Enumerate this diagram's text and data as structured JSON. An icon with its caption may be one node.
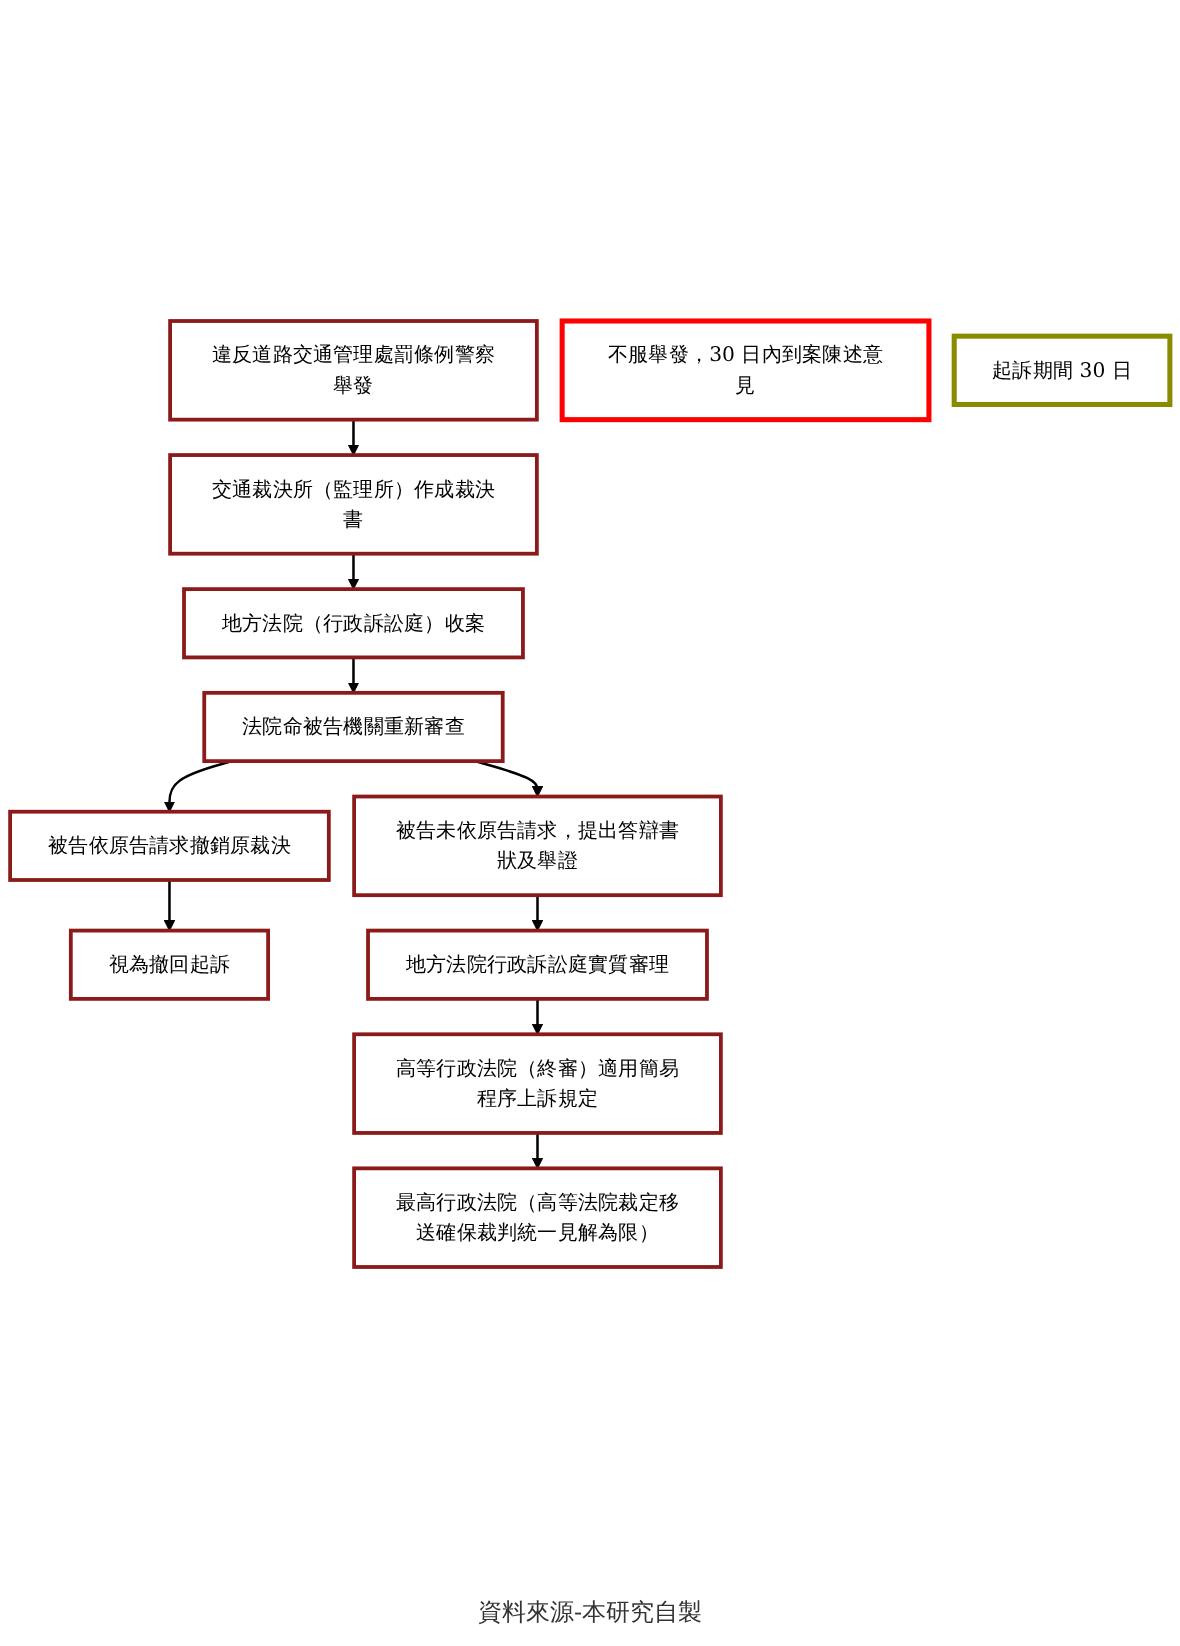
{
  "diagram": {
    "caption": "資料來源-本研究自製",
    "nodes": [
      {
        "text": [
          "違反道路交通管理處罰條例警察舉發"
        ]
      },
      {
        "text": [
          "不服舉發，30 日內到案陳述意見"
        ]
      },
      {
        "text": [
          "交通裁決所（監理所）作成裁決書"
        ]
      },
      {
        "text": [
          "起訴期間 30 日"
        ]
      },
      {
        "text": [
          "地方法院（行政訴訟庭）收案"
        ]
      },
      {
        "text": [
          "法院命被告機關重新審查"
        ]
      },
      {
        "text": [
          "被告依原告請求撤銷原裁決"
        ]
      },
      {
        "text": [
          "被告未依原告請求，提出答辯書狀及舉證"
        ]
      },
      {
        "text": [
          "視為撤回起訴"
        ]
      },
      {
        "text": [
          "地方法院行政訴訟庭實質審理"
        ]
      },
      {
        "text": [
          "高等行政法院（終審）適用簡易程序上訴規定"
        ]
      },
      {
        "text": [
          "最高行政法院（高等法院裁定移送確保裁判統一見解為限）"
        ]
      }
    ],
    "edges": [
      {
        "from": 0,
        "to": 2,
        "arrow": "to"
      },
      {
        "from": 2,
        "to": 4,
        "arrow": "to"
      },
      {
        "from": 4,
        "to": 5,
        "arrow": "to"
      },
      {
        "from": 5,
        "to": 6,
        "arrow": "to"
      },
      {
        "from": 5,
        "to": 7,
        "arrow": "to"
      },
      {
        "from": 6,
        "to": 8,
        "arrow": "to"
      },
      {
        "from": 7,
        "to": 9,
        "arrow": "to"
      },
      {
        "from": 9,
        "to": 10,
        "arrow": "to"
      },
      {
        "from": 10,
        "to": 11,
        "arrow": "to"
      }
    ]
  }
}
